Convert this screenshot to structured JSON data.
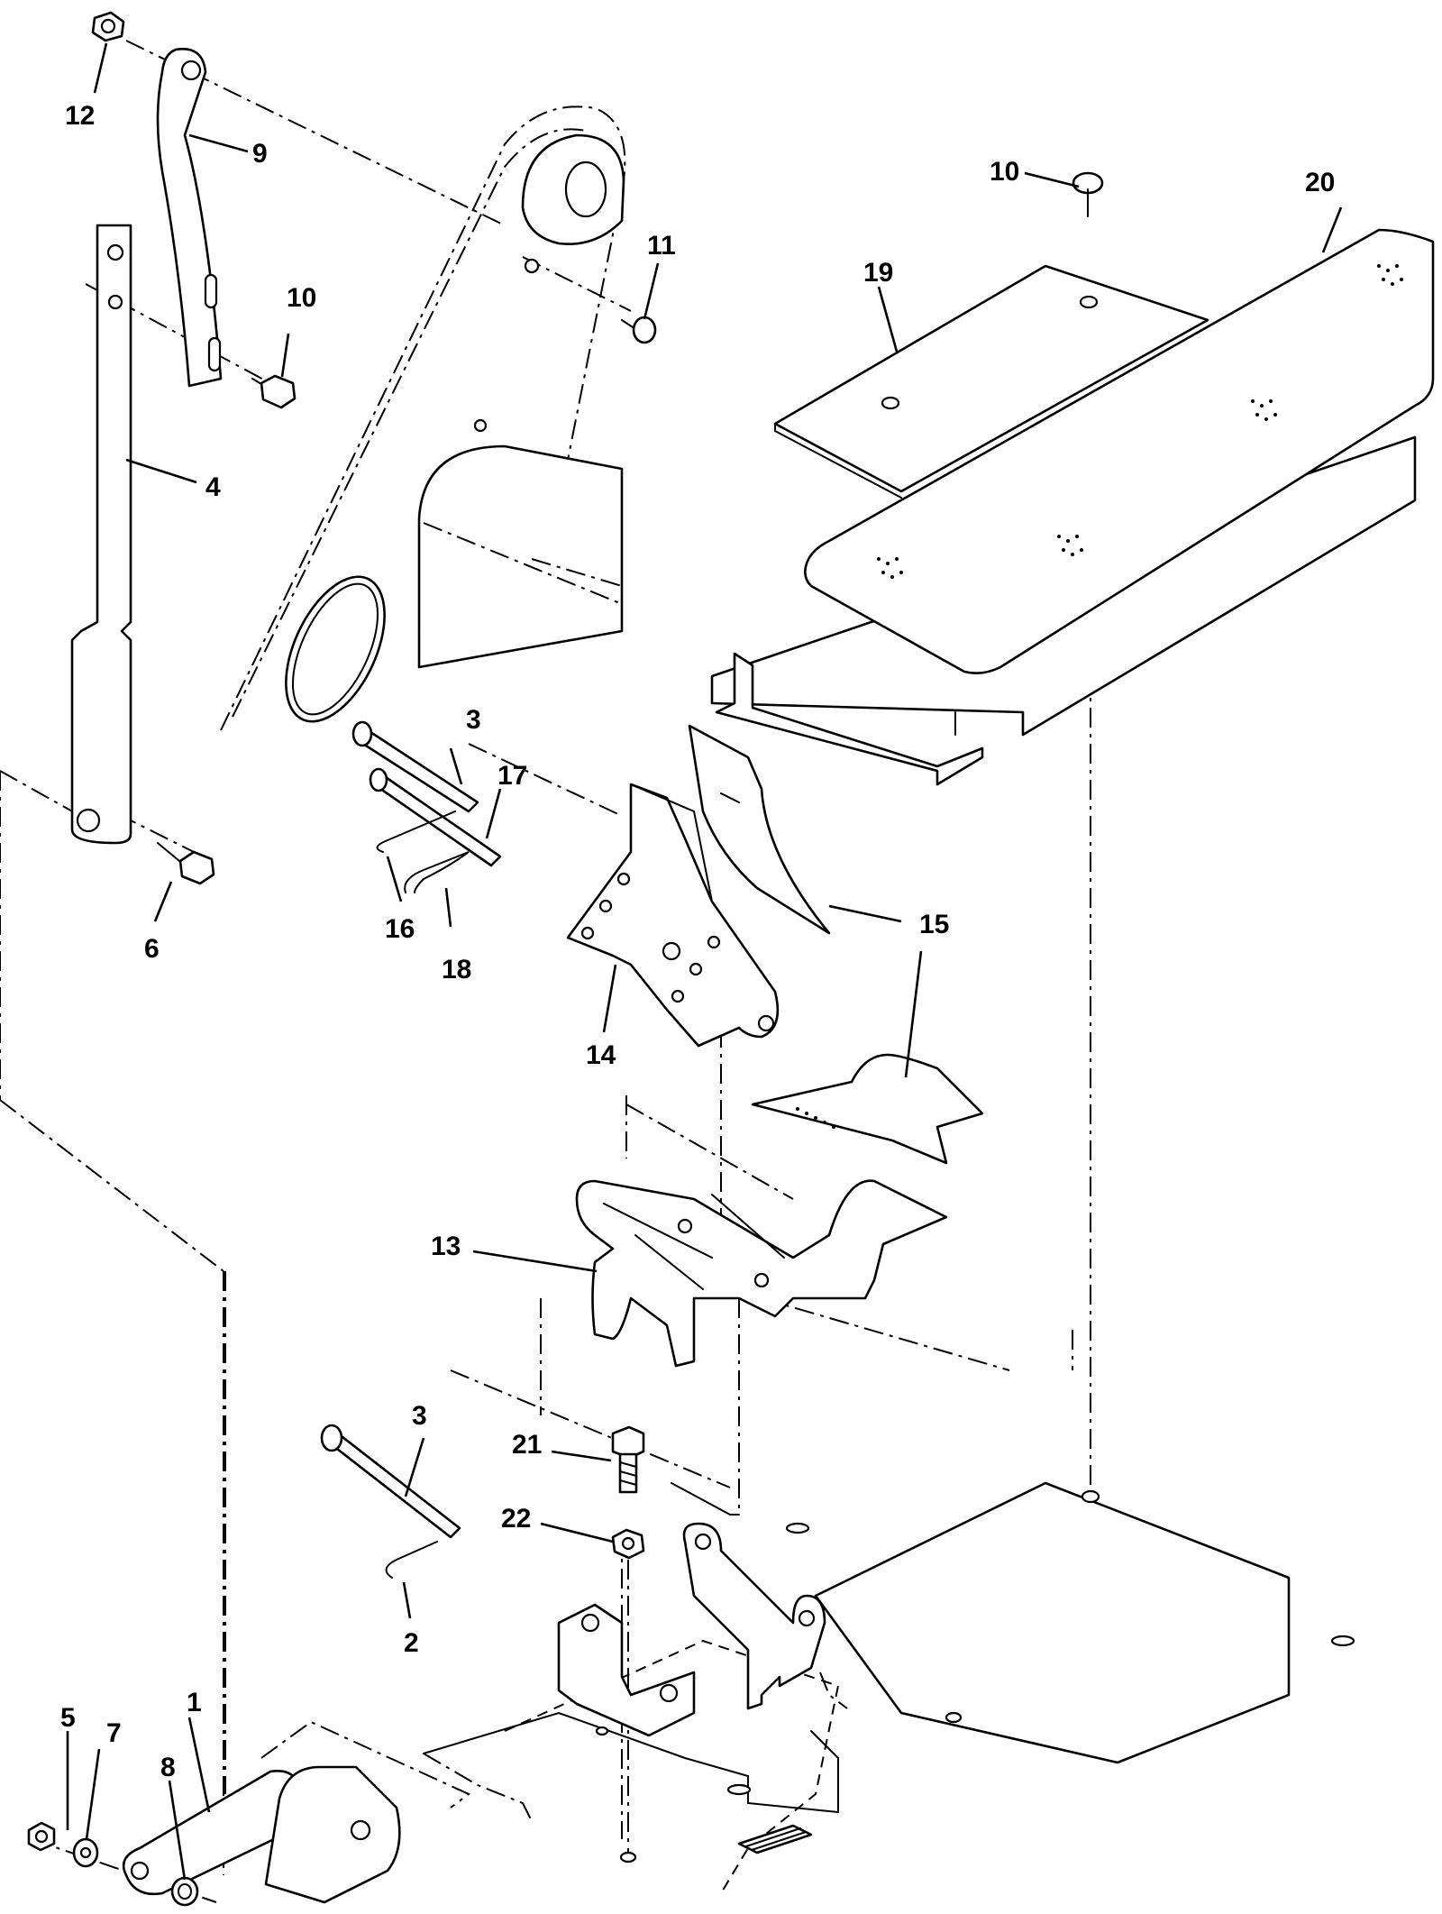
{
  "callouts": [
    {
      "id": "c12",
      "label": "12"
    },
    {
      "id": "c9",
      "label": "9"
    },
    {
      "id": "c10a",
      "label": "10"
    },
    {
      "id": "c4",
      "label": "4"
    },
    {
      "id": "c6",
      "label": "6"
    },
    {
      "id": "c11",
      "label": "11"
    },
    {
      "id": "c10b",
      "label": "10"
    },
    {
      "id": "c20",
      "label": "20"
    },
    {
      "id": "c19",
      "label": "19"
    },
    {
      "id": "c3a",
      "label": "3"
    },
    {
      "id": "c17",
      "label": "17"
    },
    {
      "id": "c16",
      "label": "16"
    },
    {
      "id": "c18",
      "label": "18"
    },
    {
      "id": "c14",
      "label": "14"
    },
    {
      "id": "c15a",
      "label": "15"
    },
    {
      "id": "c15b",
      "label": "15"
    },
    {
      "id": "c13",
      "label": "13"
    },
    {
      "id": "c3b",
      "label": "3"
    },
    {
      "id": "c21",
      "label": "21"
    },
    {
      "id": "c22",
      "label": "22"
    },
    {
      "id": "c2",
      "label": "2"
    },
    {
      "id": "c5",
      "label": "5"
    },
    {
      "id": "c7",
      "label": "7"
    },
    {
      "id": "c1",
      "label": "1"
    },
    {
      "id": "c8",
      "label": "8"
    }
  ]
}
